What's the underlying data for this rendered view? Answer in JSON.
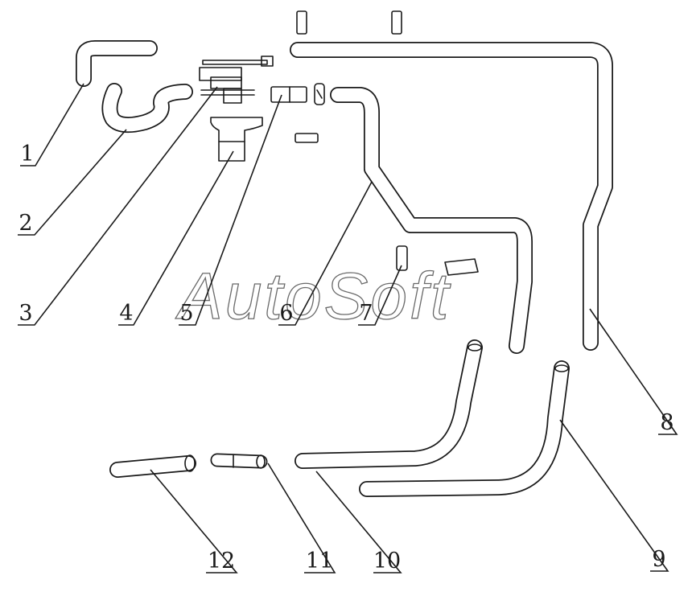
{
  "watermark": "AutoSoft",
  "callouts": [
    "1",
    "2",
    "3",
    "4",
    "5",
    "6",
    "7",
    "8",
    "9",
    "10",
    "11",
    "12"
  ]
}
